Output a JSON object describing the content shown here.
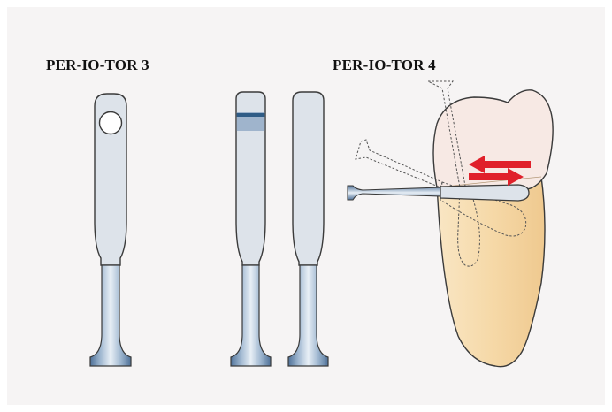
{
  "labels": {
    "instrument_3": "PER-IO-TOR 3",
    "instrument_4": "PER-IO-TOR 4"
  },
  "colors": {
    "background": "#ffffff",
    "panel": "#f6f4f4",
    "blade": "#dde3ea",
    "blade_band": "#9fb4cc",
    "blade_band_dark": "#2f5c86",
    "shank_light": "#dfe8f1",
    "shank_dark": "#5d7fa3",
    "crown": "#f7e9e4",
    "root": "#f6d9a8",
    "arrow": "#e0202a",
    "outline": "#3a3a3a"
  },
  "icons": [
    "periotor-3-front",
    "periotor-4-front",
    "periotor-4-side",
    "tooth",
    "motion-arrows"
  ]
}
